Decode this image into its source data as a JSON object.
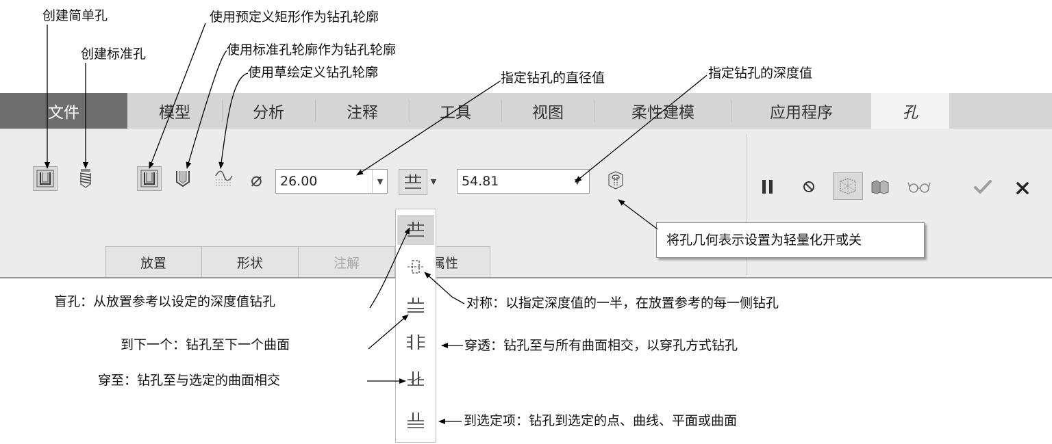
{
  "annotations_top": {
    "simple_hole": "创建简单孔",
    "standard_hole": "创建标准孔",
    "rect_profile": "使用预定义矩形作为钻孔轮廓",
    "std_profile": "使用标准孔轮廓作为钻孔轮廓",
    "sketch_profile": "使用草绘定义钻孔轮廓",
    "diameter": "指定钻孔的直径值",
    "depth": "指定钻孔的深度值"
  },
  "tabs": [
    "文件",
    "模型",
    "分析",
    "注释",
    "工具",
    "视图",
    "柔性建模",
    "应用程序",
    "孔"
  ],
  "toolbar": {
    "diameter_symbol": "⌀",
    "diameter_value": "26.00",
    "depth_value": "54.81"
  },
  "subtabs": [
    "放置",
    "形状",
    "注解",
    "属性"
  ],
  "tooltip": "将孔几何表示设置为轻量化开或关",
  "annotations_bottom": {
    "blind": "盲孔：从放置参考以设定的深度值钻孔",
    "symmetric": "对称：以指定深度值的一半，在放置参考的每一侧钻孔",
    "to_next": "到下一个：钻孔至下一个曲面",
    "through_all": "穿透：钻孔至与所有曲面相交，以穿孔方式钻孔",
    "through_until": "穿至：钻孔至与选定的曲面相交",
    "to_selected": "到选定项：钻孔到选定的点、曲线、平面或曲面"
  },
  "colors": {
    "file_tab": "#6e6e6e",
    "tabbar": "#d5d5d5",
    "ribbon": "#ececec",
    "checkmark": "#9e9e9e",
    "tooltip_border": "#8a8a8a"
  }
}
